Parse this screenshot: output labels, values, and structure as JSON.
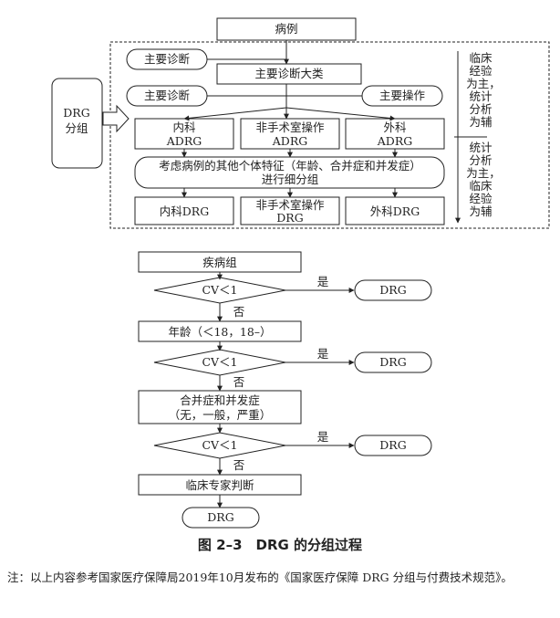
{
  "top": {
    "case_label": "病例",
    "main_diag_1": "主要诊断",
    "mdc_label": "主要诊断大类",
    "main_diag_2": "主要诊断",
    "main_op": "主要操作",
    "drg_group_line1": "DRG",
    "drg_group_line2": "分组",
    "adrg_medical_l1": "内科",
    "adrg_medical_l2": "ADRG",
    "adrg_nonsurg_l1": "非手术室操作",
    "adrg_nonsurg_l2": "ADRG",
    "adrg_surgical_l1": "外科",
    "adrg_surgical_l2": "ADRG",
    "consider_l1": "考虑病例的其他个体特征（年龄、合并症和并发症）",
    "consider_l2": "进行细分组",
    "drg_medical": "内科DRG",
    "drg_nonsurg_l1": "非手术室操作",
    "drg_nonsurg_l2": "DRG",
    "drg_surgical": "外科DRG",
    "side_top": [
      "临床",
      "经验",
      "为主，",
      "统计",
      "分析",
      "为辅"
    ],
    "side_bottom": [
      "统计",
      "分析",
      "为主，",
      "临床",
      "经验",
      "为辅"
    ]
  },
  "flow": {
    "disease_group": "疾病组",
    "cv_label": "CV＜1",
    "yes": "是",
    "no": "否",
    "drg": "DRG",
    "age_label": "年龄（＜18，18–）",
    "comorb_l1": "合并症和并发症",
    "comorb_l2": "（无，一般，严重）",
    "clinical_judgment": "临床专家判断"
  },
  "caption": "图 2–3　DRG 的分组过程",
  "note": "注：以上内容参考国家医疗保障局2019年10月发布的《国家医疗保障 DRG 分组与付费技术规范》。"
}
